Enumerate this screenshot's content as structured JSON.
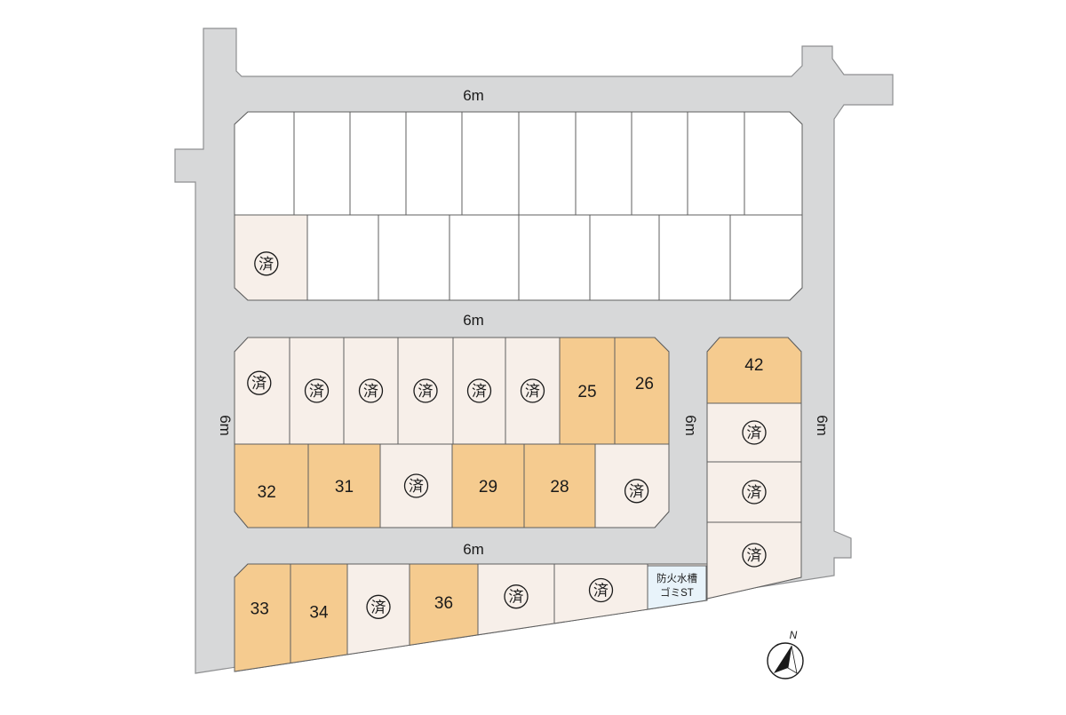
{
  "colors": {
    "road": "#d7d8d9",
    "road_edge": "#8e8f91",
    "sold": "#f7efe9",
    "available": "#f5cb8f",
    "vacant": "#ffffff",
    "facility": "#e8f3fa",
    "lot_border": "#5f5f5f"
  },
  "legend_status": {
    "sold": "済"
  },
  "roads": [
    {
      "id": "north-road",
      "label": "6m"
    },
    {
      "id": "middle-road",
      "label": "6m"
    },
    {
      "id": "south-road",
      "label": "6m"
    },
    {
      "id": "west-road",
      "label": "6m"
    },
    {
      "id": "center-road",
      "label": "6m"
    },
    {
      "id": "east-road",
      "label": "6m"
    }
  ],
  "block_a_top_row": [
    {
      "status": "vacant"
    },
    {
      "status": "vacant"
    },
    {
      "status": "vacant"
    },
    {
      "status": "vacant"
    },
    {
      "status": "vacant"
    },
    {
      "status": "vacant"
    },
    {
      "status": "vacant"
    },
    {
      "status": "vacant"
    },
    {
      "status": "vacant"
    },
    {
      "status": "vacant"
    }
  ],
  "block_a_bottom_row": [
    {
      "status": "sold",
      "text": "済"
    },
    {
      "status": "vacant"
    },
    {
      "status": "vacant"
    },
    {
      "status": "vacant"
    },
    {
      "status": "vacant"
    },
    {
      "status": "vacant"
    },
    {
      "status": "vacant"
    },
    {
      "status": "vacant"
    }
  ],
  "block_b_top_row": [
    {
      "status": "sold",
      "text": "済"
    },
    {
      "status": "sold",
      "text": "済"
    },
    {
      "status": "sold",
      "text": "済"
    },
    {
      "status": "sold",
      "text": "済"
    },
    {
      "status": "sold",
      "text": "済"
    },
    {
      "status": "sold",
      "text": "済"
    },
    {
      "status": "available",
      "text": "25"
    },
    {
      "status": "available",
      "text": "26"
    }
  ],
  "block_b_bottom_row": [
    {
      "status": "available",
      "text": "32"
    },
    {
      "status": "available",
      "text": "31"
    },
    {
      "status": "sold",
      "text": "済"
    },
    {
      "status": "available",
      "text": "29"
    },
    {
      "status": "available",
      "text": "28"
    },
    {
      "status": "sold",
      "text": "済"
    }
  ],
  "block_c": [
    {
      "status": "available",
      "text": "42"
    },
    {
      "status": "sold",
      "text": "済"
    },
    {
      "status": "sold",
      "text": "済"
    },
    {
      "status": "sold",
      "text": "済"
    }
  ],
  "block_d": [
    {
      "status": "available",
      "text": "33"
    },
    {
      "status": "available",
      "text": "34"
    },
    {
      "status": "sold",
      "text": "済"
    },
    {
      "status": "available",
      "text": "36"
    },
    {
      "status": "sold",
      "text": "済"
    },
    {
      "status": "sold",
      "text": "済"
    }
  ],
  "facility": {
    "line1": "防火水槽",
    "line2": "ゴミST"
  },
  "compass": {
    "label": "N"
  }
}
